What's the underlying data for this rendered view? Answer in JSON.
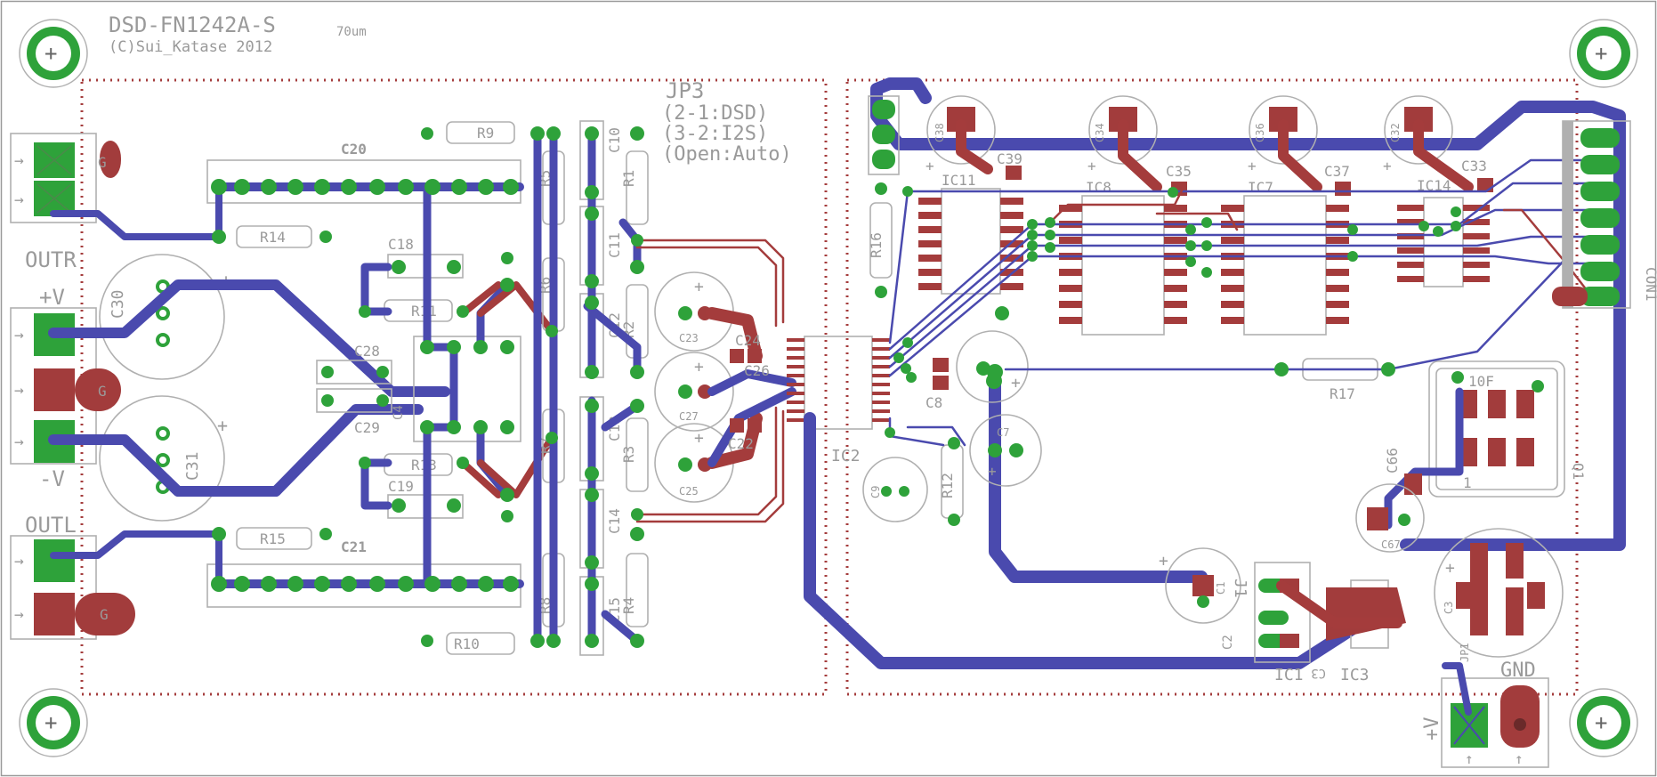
{
  "board": {
    "title": "DSD-FN1242A-S",
    "subtitle_suffix": "70um",
    "copyright": "(C)Sui_Katase 2012",
    "jumper": {
      "name": "JP3",
      "lines": [
        "(2-1:DSD)",
        "(3-2:I2S)",
        "(Open:Auto)"
      ]
    }
  },
  "labels": {
    "outr": "OUTR",
    "outl": "OUTL",
    "plus_v": "+V",
    "minus_v": "-V",
    "g": "G",
    "gnd": "GND",
    "plus_v_bottom": "+V",
    "plus_sign": "+",
    "minus_sign": "-"
  },
  "components": {
    "c20": "C20",
    "c21": "C21",
    "r14": "R14",
    "r15": "R15",
    "r9": "R9",
    "r10": "R10",
    "r11": "R11",
    "r13": "R13",
    "c18": "C18",
    "c19": "C19",
    "c28": "C28",
    "c29": "C29",
    "c30": "C30",
    "c31": "C31",
    "r5": "R5",
    "r6": "R6",
    "r7": "R7",
    "r8": "R8",
    "r1": "R1",
    "r2": "R2",
    "r3": "R3",
    "r4": "R4",
    "c10": "C10",
    "c11": "C11",
    "c12": "C12",
    "c13": "C13",
    "c14": "C14",
    "c15": "C15",
    "c23": "C23",
    "c24": "C24",
    "c25": "C25",
    "c26": "C26",
    "c27": "C27",
    "c22": "C22",
    "ic2": "IC2",
    "c8": "C8",
    "r12": "R12",
    "r16": "R16",
    "c9": "C9",
    "c7": "C7",
    "r17": "R17",
    "ic11": "IC11",
    "ic8": "IC8",
    "ic7": "IC7",
    "ic14": "IC14",
    "c38": "C38",
    "c39": "C39",
    "c34": "C34",
    "c35": "C35",
    "c36": "C36",
    "c37": "C37",
    "c32": "C32",
    "c33": "C33",
    "con1": "CON1",
    "q1": "Q1",
    "osc_value": "10F",
    "c66": "C66",
    "c67": "C67",
    "c1": "C1",
    "c2": "C2",
    "c3": "C3",
    "c4": "C4",
    "ic1": "IC1",
    "ic3": "IC3",
    "j1": "J1",
    "jp1": "JP1",
    "one": "1"
  },
  "colors": {
    "background": "#ffffff",
    "bottom_copper": "#4a4aae",
    "top_copper": "#a43c3c",
    "pad": "#2ea23a",
    "silkscreen": "#b0b0b0"
  }
}
